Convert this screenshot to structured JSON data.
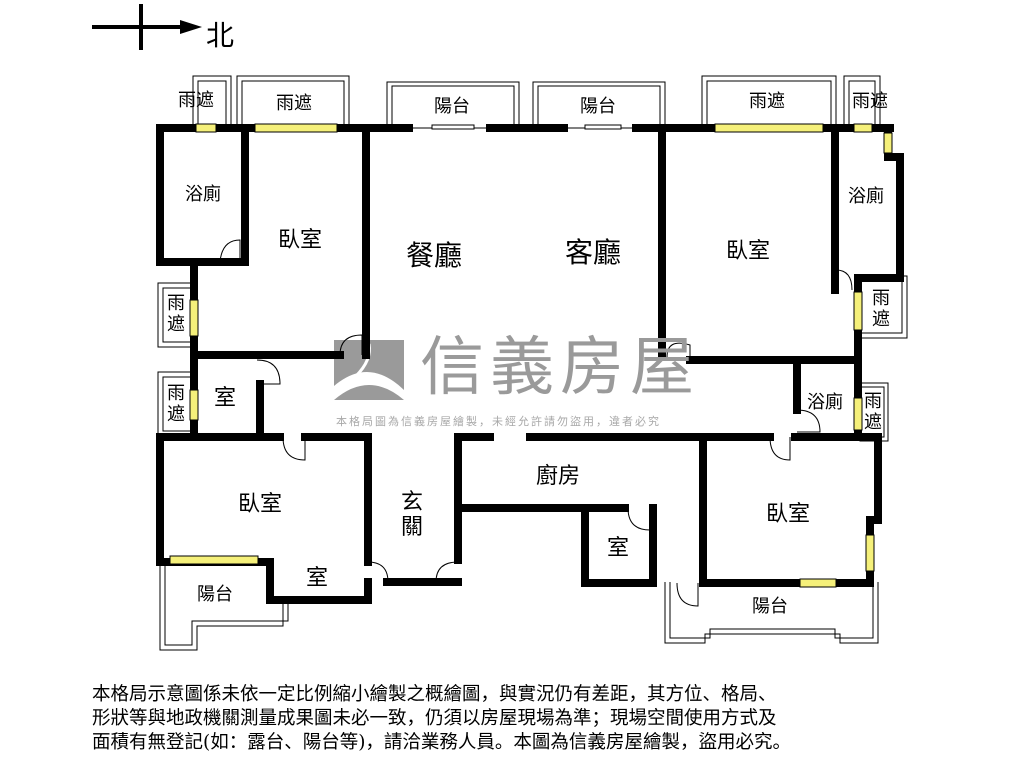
{
  "compass": {
    "arrow_icon": "north-arrow-icon",
    "label": "北"
  },
  "watermark": {
    "brand": "信義房屋",
    "logo_icon": "sinyi-logo-icon",
    "subtitle": "本格局圖為信義房屋繪製，未經允許請勿盜用，違者必究"
  },
  "rooms": {
    "dining": "餐廳",
    "living": "客廳",
    "bedroom_nw": "臥室",
    "bedroom_ne": "臥室",
    "bedroom_sw": "臥室",
    "bedroom_se": "臥室",
    "bath_nw": "浴廁",
    "bath_ne": "浴廁",
    "bath_e": "浴廁",
    "storage_w": "室",
    "storage_s": "室",
    "storage_kitchen": "室",
    "kitchen": "廚房",
    "entrance": "玄關"
  },
  "balconies": {
    "top_left": "陽台",
    "top_right": "陽台",
    "bottom_left": "陽台",
    "bottom_right": "陽台"
  },
  "canopies": {
    "top_1": "雨遮",
    "top_2": "雨遮",
    "top_3": "雨遮",
    "top_4": "雨遮",
    "left_1": "雨遮",
    "left_2": "雨遮",
    "right_1": "雨遮",
    "right_2": "雨遮"
  },
  "colors": {
    "wall": "#000000",
    "window": "#f5f07a",
    "watermark": "#9a9a9a"
  },
  "disclaimer": {
    "line1": "本格局示意圖係未依一定比例縮小繪製之概繪圖，與實況仍有差距，其方位、格局、",
    "line2": "形狀等與地政機關測量成果圖未必一致，仍須以房屋現場為準；現場空間使用方式及",
    "line3": "面積有無登記(如：露台、陽台等)，請洽業務人員。本圖為信義房屋繪製，盜用必究。"
  }
}
